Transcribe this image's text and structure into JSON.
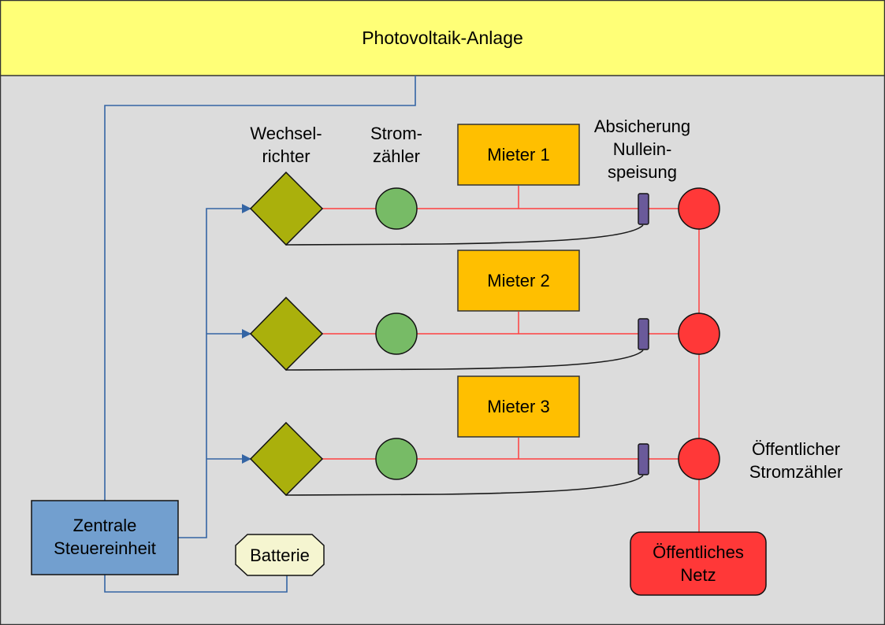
{
  "diagram": {
    "title": "Photovoltaik-Anlage",
    "colors": {
      "background": "#dcdcdc",
      "header": "#ffff77",
      "control_line": "#3465a4",
      "power_line": "#ff4040",
      "signal_line": "#1a1a1a",
      "inverter": "#aab00c",
      "meter": "#77bb66",
      "tenant": "#ffbf00",
      "fuse": "#6a5a9a",
      "public_meter": "#ff3838",
      "control_unit": "#729fcf",
      "battery": "#f5f5d0"
    },
    "labels": {
      "inverter_line1": "Wechsel-",
      "inverter_line2": "richter",
      "meter_line1": "Strom-",
      "meter_line2": "zähler",
      "fuse_line1": "Absicherung",
      "fuse_line2": "Nullein-",
      "fuse_line3": "speisung",
      "public_meter_line1": "Öffentlicher",
      "public_meter_line2": "Stromzähler"
    },
    "tenants": [
      "Mieter 1",
      "Mieter 2",
      "Mieter 3"
    ],
    "control_unit": {
      "line1": "Zentrale",
      "line2": "Steuereinheit"
    },
    "battery": "Batterie",
    "public_grid": {
      "line1": "Öffentliches",
      "line2": "Netz"
    }
  }
}
